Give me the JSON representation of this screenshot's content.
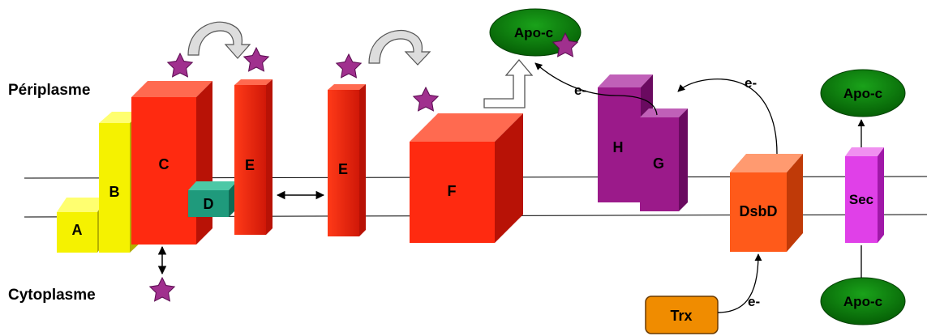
{
  "labels": {
    "periplasm": "Périplasme",
    "cytoplasm": "Cytoplasme"
  },
  "proteins": {
    "A": "A",
    "B": "B",
    "C": "C",
    "D": "D",
    "E1": "E",
    "E2": "E",
    "F": "F",
    "H": "H",
    "G": "G",
    "DsbD": "DsbD",
    "Sec": "Sec",
    "Trx": "Trx"
  },
  "apoc": {
    "top": "Apo-c",
    "right_upper": "Apo-c",
    "right_lower": "Apo-c"
  },
  "electrons": {
    "e1": "e-",
    "e2": "e-",
    "e3": "e-"
  },
  "colors": {
    "red": "#ff2a10",
    "yellow": "#f5f200",
    "teal": "#1f9a7c",
    "purple": "#9b1a8a",
    "orange": "#ff5a1a",
    "magenta": "#e040e8",
    "green": "#0a7a0a",
    "star": "#a0308e",
    "trx": "#f08c00"
  }
}
